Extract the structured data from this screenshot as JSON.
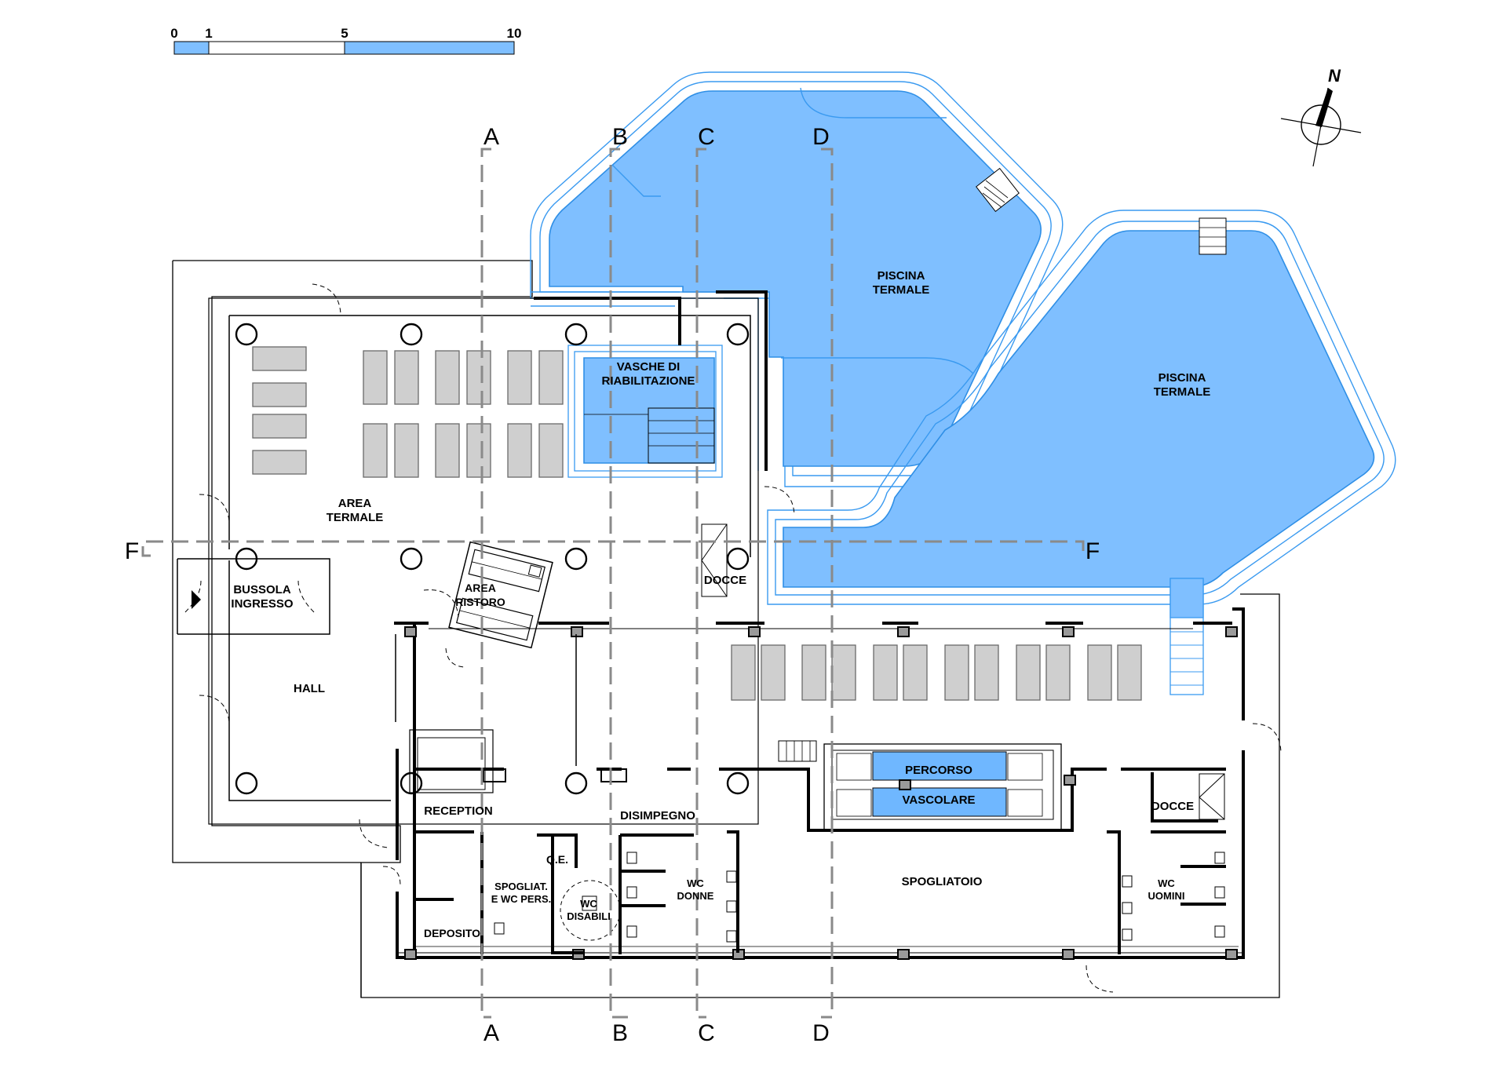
{
  "scale_bar": {
    "labels": [
      "0",
      "1",
      "5",
      "10"
    ]
  },
  "north_arrow": {
    "label": "N"
  },
  "sections": {
    "top": [
      "A",
      "B",
      "C",
      "D"
    ],
    "bottom": [
      "A",
      "B",
      "C",
      "D"
    ],
    "side": [
      "F",
      "F"
    ]
  },
  "rooms": {
    "piscina_1": [
      "PISCINA",
      "TERMALE"
    ],
    "piscina_2": [
      "PISCINA",
      "TERMALE"
    ],
    "vasche": [
      "VASCHE DI",
      "RIABILITAZIONE"
    ],
    "area_termale": [
      "AREA",
      "TERMALE"
    ],
    "bussola": [
      "BUSSOLA",
      "INGRESSO"
    ],
    "area_ristoro": [
      "AREA",
      "RISTORO"
    ],
    "docce_1": "DOCCE",
    "hall": "HALL",
    "percorso": "PERCORSO",
    "vascolare": "VASCOLARE",
    "reception": "RECEPTION",
    "disimpegno": "DISIMPEGNO",
    "docce_2": "DOCCE",
    "qe": "Q.E.",
    "spogliat": [
      "SPOGLIAT.",
      "E WC PERS."
    ],
    "wc_disabili": [
      "WC",
      "DISABILI"
    ],
    "wc_donne": [
      "WC",
      "DONNE"
    ],
    "spogliatoio": "SPOGLIATOIO",
    "wc_uomini": [
      "WC",
      "UOMINI"
    ],
    "deposito": "DEPOSITO"
  },
  "colors": {
    "water": "#7fbfff",
    "water_edge": "#2f8fe6",
    "furniture": "#cfcfcf"
  }
}
